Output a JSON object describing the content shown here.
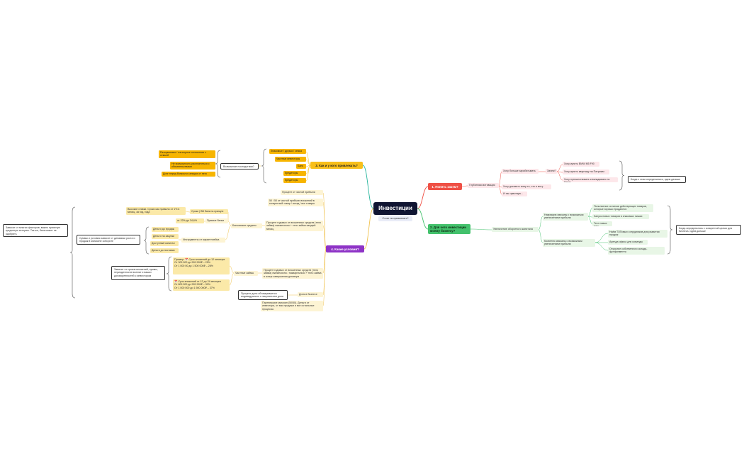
{
  "root": {
    "title": "Инвестиции",
    "subtitle": "Стоит ли привлекать?"
  },
  "b1": {
    "title": "1. Понять зачем?",
    "motivation": "Глубинная мотивация",
    "earn": "Хочу больше зарабатывать",
    "why": "Зачем?",
    "why_items": [
      "Хочу купить BMW M5 F90",
      "Хочу купить квартиру на Патриках",
      "Хочу путешествовать и вкладывать на банки"
    ],
    "prove": "Хочу доказать кому-то, что я могу",
    "just": "И так чувствую...",
    "note": "Когда с этим определились, идем дальше"
  },
  "b2": {
    "title": "2. Для чего инвестиции моему бизнесу?",
    "capital": "Увеличение оборотного капитала",
    "direct": "Напрямую связаны с возможным увеличением прибыли",
    "direct_items": [
      "Пополнение остатков действующих товаров, которые хорошо продаются",
      "Запуск новых товаров в знакомых нишах",
      "Тест новых ниш"
    ],
    "indirect": "Косвенно связаны с возможным увеличением прибыли",
    "indirect_items": [
      "Наём ТОПовых сотрудников для развития продаж",
      "Аренда офиса для команды",
      "Открытие собственного склада-фулфилмента"
    ],
    "note": "Когда определились с конкретной целью для бизнеса, идем дальше"
  },
  "b3": {
    "title": "3. Как и у кого привлекать?",
    "sources": [
      "Знакомые / друзья / семья",
      "Частные инвесторы",
      "Банк",
      "Кредиторы",
      "Кредиторы"
    ],
    "risks_label": "Возможные последствия?",
    "risks": [
      "Разорванные / натянутые отношения с семьей",
      "Не возможность расплатиться с обязательствами",
      "Долг перед банком и санкции от него"
    ]
  },
  "b4": {
    "title": "4. Какие условия?",
    "net_profit": "Процент от чистой прибыли",
    "split": "50 / 50 от чистой прибыли вложений в конкретный товар / склад / все товары",
    "bank_credits": "Банковские кредиты",
    "bank_percent": "Процент годовых от вложенных средств (тело займа) ежемесячно + тело займа каждый месяц",
    "rates": "Высокие ставки. Сроки как правило от 1% в месяц, за год. года",
    "terms": "Сроки | ВВ банк на прямую",
    "direct_bank": "Прямые банки",
    "rate_range": "от 22% до 34,6%",
    "marketplace_tools": "Инструменты от маркетплейса",
    "money_items": [
      "Деньги до продаж",
      "Деньги на закупки",
      "Доступный капитал",
      "Деньги до поставки"
    ],
    "sum_note": "Суммы и условия зависят от динамики роста и продаж в магазине собороте",
    "left_note": "Зависит от многих факторов, важно приятную кредитную историю. Так же, банк может не одобрить",
    "private_loans": "Частные займы",
    "private_percent": "Процент годовых от вложенных средств (тело займа) ежемесячно / поквартально + тело займа в конце завершения договора",
    "example1": "Пример: 📅 Срок вложений до 12 месяцев\nОт 300 000 до 999 999₽ – 25%\nОт 1 000 00 до 1 500 000₽ – 28%",
    "example2": "📅 Срок вложений от 12 до 24 месяцев\nОт 800 000 до 999 999₽ – 30%\nОт 1 000 000 до 1 500 000₽ – 37%",
    "loan_note": "Зависит от сроков вложений, суммы, периодичности выплат и ваших договоренностей с инвестором",
    "share": "Доля в бизнесе",
    "share_note": "Процент доли обговаривается индивидуально с покупателем доли",
    "partner": "Партнерские магазин (50/50). Деньги от инвестора, от вас продажи и все остальные процессы"
  }
}
